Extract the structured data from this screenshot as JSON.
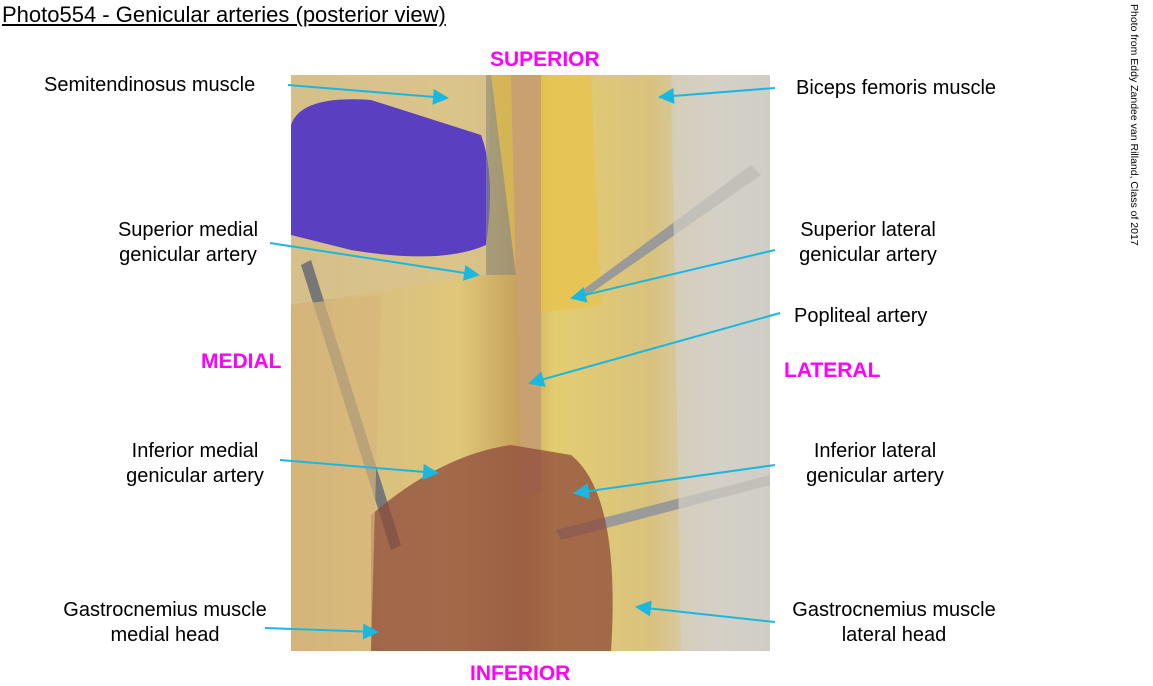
{
  "title": "Photo554 - Genicular arteries (posterior view)",
  "credit": "Photo from Eddy Zandee van Rilland, Class of 2017",
  "orientation": {
    "superior": "SUPERIOR",
    "inferior": "INFERIOR",
    "medial": "MEDIAL",
    "lateral": "LATERAL"
  },
  "labels": {
    "semitendinosus": "Semitendinosus muscle",
    "biceps": "Biceps femoris muscle",
    "sup_medial_1": "Superior medial",
    "sup_medial_2": "genicular artery",
    "sup_lateral_1": "Superior lateral",
    "sup_lateral_2": "genicular artery",
    "popliteal": "Popliteal artery",
    "inf_medial_1": "Inferior medial",
    "inf_medial_2": "genicular artery",
    "inf_lateral_1": "Inferior lateral",
    "inf_lateral_2": "genicular artery",
    "gastroc_medial_1": "Gastrocnemius muscle",
    "gastroc_medial_2": "medial head",
    "gastroc_lateral_1": "Gastrocnemius muscle",
    "gastroc_lateral_2": "lateral head"
  },
  "colors": {
    "orientation": "#ff00ff",
    "arrow": "#1ab8e0"
  }
}
